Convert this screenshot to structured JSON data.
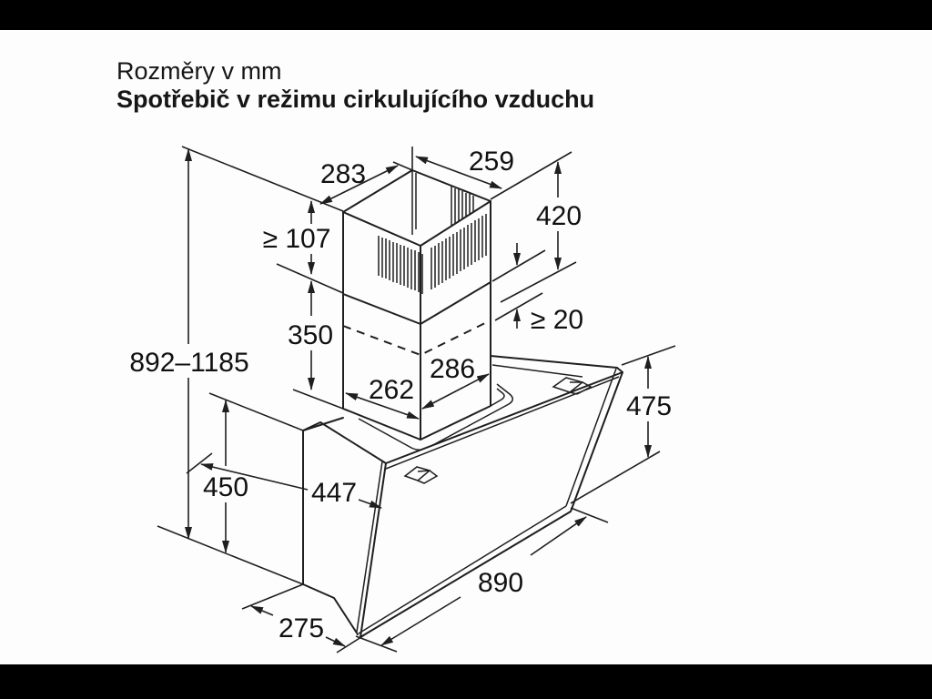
{
  "title": {
    "line1": "Rozměry v mm",
    "line2": "Spotřebič v režimu cirkulujícího vzduchu"
  },
  "dimensions": {
    "wall_height_range": "892–1185",
    "chimney_visible_min": "≥ 107",
    "duct_lower_section": "350",
    "chimney_top_left": "283",
    "chimney_top_right": "259",
    "chimney_upper_section": "420",
    "min_overlap": "≥ 20",
    "base_left": "262",
    "base_right": "286",
    "body_height_front": "475",
    "body_height_back": "450",
    "body_depth_top": "447",
    "body_width": "890",
    "body_depth_bottom": "275"
  },
  "colors": {
    "line": "#1f1f1f",
    "background": "#fdfdfd",
    "letterbox": "#000000"
  }
}
